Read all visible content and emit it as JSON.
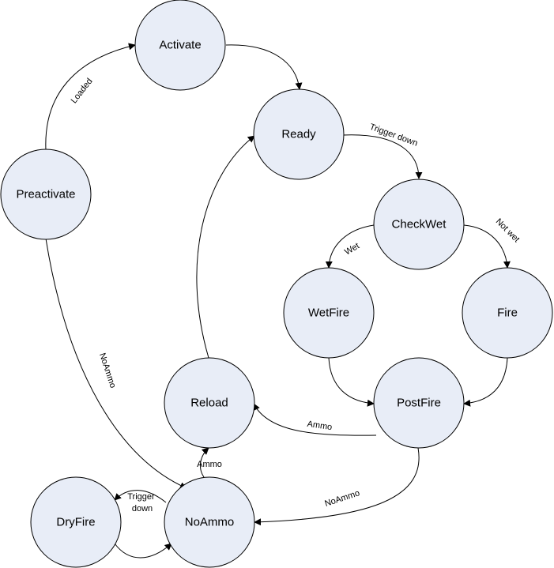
{
  "colors": {
    "state_fill": "#e8edf7",
    "stroke": "#000000"
  },
  "states": {
    "preactivate": "Preactivate",
    "activate": "Activate",
    "ready": "Ready",
    "checkwet": "CheckWet",
    "wetfire": "WetFire",
    "fire": "Fire",
    "postfire": "PostFire",
    "reload": "Reload",
    "noammo": "NoAmmo",
    "dryfire": "DryFire"
  },
  "transitions": {
    "preactivate_activate": "Loaded",
    "ready_checkwet": "Trigger down",
    "checkwet_wetfire": "Wet",
    "checkwet_fire": "Not wet",
    "preactivate_noammo": "NoAmmo",
    "postfire_reload": "Ammo",
    "noammo_reload": "Ammo",
    "postfire_noammo": "NoAmmo",
    "noammo_dryfire_line1": "Trigger",
    "noammo_dryfire_line2": "down"
  }
}
